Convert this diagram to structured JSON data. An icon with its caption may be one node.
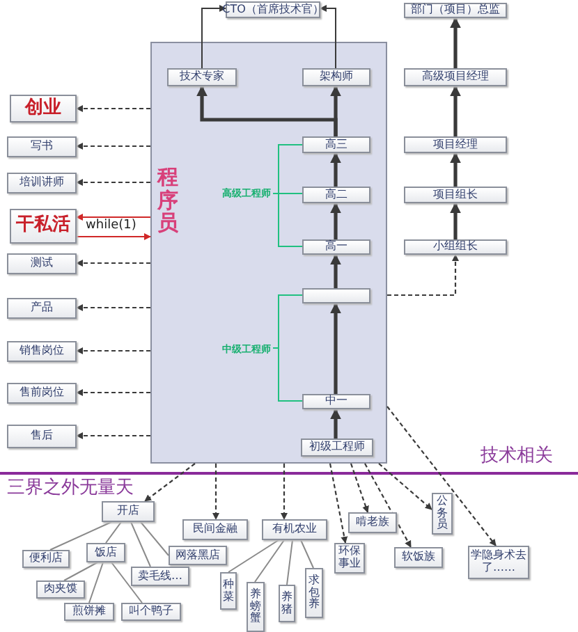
{
  "diagram": {
    "nodes": [
      {
        "text": [
          "CTO（首席技术官）"
        ]
      },
      {
        "text": [
          "部门（项目）总监"
        ]
      },
      {
        "text": [
          "高级项目经理"
        ]
      },
      {
        "text": [
          "项目经理"
        ]
      },
      {
        "text": [
          "项目组长"
        ]
      },
      {
        "text": [
          "小组组长"
        ]
      },
      {
        "text": [
          "程序员"
        ]
      },
      {
        "text": [
          "技术专家"
        ],
        "in": 6
      },
      {
        "text": [
          "架构师"
        ],
        "in": 6
      },
      {
        "text": [
          "高三"
        ],
        "in": 6
      },
      {
        "text": [
          "高二"
        ],
        "in": 6
      },
      {
        "text": [
          "高一"
        ],
        "in": 6
      },
      {
        "text": [],
        "shape": "box",
        "in": 6
      },
      {
        "text": [
          "中一"
        ],
        "in": 6
      },
      {
        "text": [
          "初级工程师"
        ],
        "in": 6
      },
      {
        "text": [
          "高级工程师"
        ],
        "in": 6
      },
      {
        "text": [
          "中级工程师"
        ],
        "in": 6
      },
      {
        "text": [
          "创业"
        ]
      },
      {
        "text": [
          "写书"
        ]
      },
      {
        "text": [
          "培训讲师"
        ]
      },
      {
        "text": [
          "干私活"
        ]
      },
      {
        "text": [
          "测试"
        ]
      },
      {
        "text": [
          "产品"
        ]
      },
      {
        "text": [
          "销售岗位"
        ]
      },
      {
        "text": [
          "售前岗位"
        ]
      },
      {
        "text": [
          "售后"
        ]
      },
      {
        "text": [
          "开店"
        ]
      },
      {
        "text": [
          "民间金融"
        ]
      },
      {
        "text": [
          "有机农业"
        ]
      },
      {
        "text": [
          "啃老族"
        ]
      },
      {
        "text": [
          "公务员"
        ]
      },
      {
        "text": [
          "环保事业"
        ]
      },
      {
        "text": [
          "软饭族"
        ]
      },
      {
        "text": [
          "学隐身术去了……"
        ]
      },
      {
        "text": [
          "便利店"
        ]
      },
      {
        "text": [
          "饭店"
        ]
      },
      {
        "text": [
          "网落黑店"
        ]
      },
      {
        "text": [
          "卖毛线…"
        ]
      },
      {
        "text": [
          "肉夹馍"
        ]
      },
      {
        "text": [
          "煎饼摊"
        ]
      },
      {
        "text": [
          "叫个鸭子"
        ]
      },
      {
        "text": [
          "种菜"
        ]
      },
      {
        "text": [
          "养螃蟹"
        ]
      },
      {
        "text": [
          "养猪"
        ]
      },
      {
        "text": [
          "求包养"
        ]
      }
    ],
    "edges": [
      {
        "from": 2,
        "to": 1,
        "arrow": "to",
        "style": "thick"
      },
      {
        "from": 3,
        "to": 2,
        "arrow": "to",
        "style": "thick"
      },
      {
        "from": 4,
        "to": 3,
        "arrow": "to",
        "style": "thick"
      },
      {
        "from": 5,
        "to": 4,
        "arrow": "to",
        "style": "thick"
      },
      {
        "from": 6,
        "to": 5,
        "arrow": "to",
        "style": "dashed"
      },
      {
        "from": 7,
        "to": 0,
        "arrow": "to"
      },
      {
        "from": 8,
        "to": 0,
        "arrow": "to"
      },
      {
        "from": 9,
        "to": 8,
        "arrow": "to",
        "style": "thick"
      },
      {
        "from": 10,
        "to": 9,
        "arrow": "to",
        "style": "thick"
      },
      {
        "from": 11,
        "to": 10,
        "arrow": "to",
        "style": "thick"
      },
      {
        "from": 12,
        "to": 11,
        "arrow": "to",
        "style": "thick"
      },
      {
        "from": 13,
        "to": 12,
        "arrow": "to",
        "style": "thick"
      },
      {
        "from": 14,
        "to": 13,
        "arrow": "to",
        "style": "thick"
      },
      {
        "from": 9,
        "to": 7,
        "arrow": "to",
        "style": "thick"
      },
      {
        "from": 15,
        "to": 9,
        "arrow": "none",
        "color": "#20c080"
      },
      {
        "from": 15,
        "to": 10,
        "arrow": "none",
        "color": "#20c080"
      },
      {
        "from": 15,
        "to": 11,
        "arrow": "none",
        "color": "#20c080"
      },
      {
        "from": 16,
        "to": 12,
        "arrow": "none",
        "color": "#20c080"
      },
      {
        "from": 16,
        "to": 13,
        "arrow": "none",
        "color": "#20c080"
      },
      {
        "from": 6,
        "to": 17,
        "arrow": "to",
        "style": "dashed"
      },
      {
        "from": 6,
        "to": 18,
        "arrow": "to",
        "style": "dashed"
      },
      {
        "from": 6,
        "to": 19,
        "arrow": "to",
        "style": "dashed"
      },
      {
        "from": 6,
        "to": 20,
        "arrow": "to",
        "color": "#d02828"
      },
      {
        "from": 20,
        "to": 6,
        "arrow": "to",
        "color": "#d02828",
        "label": "while(1)"
      },
      {
        "from": 6,
        "to": 21,
        "arrow": "to",
        "style": "dashed"
      },
      {
        "from": 6,
        "to": 22,
        "arrow": "to",
        "style": "dashed"
      },
      {
        "from": 6,
        "to": 23,
        "arrow": "to",
        "style": "dashed"
      },
      {
        "from": 6,
        "to": 24,
        "arrow": "to",
        "style": "dashed"
      },
      {
        "from": 6,
        "to": 25,
        "arrow": "to",
        "style": "dashed"
      },
      {
        "from": 6,
        "to": 26,
        "arrow": "to",
        "style": "dashed"
      },
      {
        "from": 6,
        "to": 27,
        "arrow": "to",
        "style": "dashed"
      },
      {
        "from": 6,
        "to": 28,
        "arrow": "to",
        "style": "dashed"
      },
      {
        "from": 6,
        "to": 31,
        "arrow": "to",
        "style": "dashed"
      },
      {
        "from": 6,
        "to": 29,
        "arrow": "to",
        "style": "dashed"
      },
      {
        "from": 6,
        "to": 32,
        "arrow": "to",
        "style": "dashed"
      },
      {
        "from": 6,
        "to": 30,
        "arrow": "to",
        "style": "dashed"
      },
      {
        "from": 6,
        "to": 33,
        "arrow": "to",
        "style": "dashed"
      },
      {
        "from": 26,
        "to": 34,
        "arrow": "none",
        "color": "#8a8a8a"
      },
      {
        "from": 26,
        "to": 35,
        "arrow": "none",
        "color": "#8a8a8a"
      },
      {
        "from": 26,
        "to": 37,
        "arrow": "none",
        "color": "#8a8a8a"
      },
      {
        "from": 26,
        "to": 36,
        "arrow": "none",
        "color": "#8a8a8a"
      },
      {
        "from": 35,
        "to": 38,
        "arrow": "none",
        "color": "#8a8a8a"
      },
      {
        "from": 35,
        "to": 39,
        "arrow": "none",
        "color": "#8a8a8a"
      },
      {
        "from": 35,
        "to": 40,
        "arrow": "none",
        "color": "#8a8a8a"
      },
      {
        "from": 28,
        "to": 41,
        "arrow": "none",
        "color": "#8a8a8a"
      },
      {
        "from": 28,
        "to": 42,
        "arrow": "none",
        "color": "#8a8a8a"
      },
      {
        "from": 28,
        "to": 43,
        "arrow": "none",
        "color": "#8a8a8a"
      },
      {
        "from": 28,
        "to": 44,
        "arrow": "none",
        "color": "#8a8a8a"
      }
    ],
    "labels": [
      "三界之外无量天",
      "技术相关"
    ]
  }
}
